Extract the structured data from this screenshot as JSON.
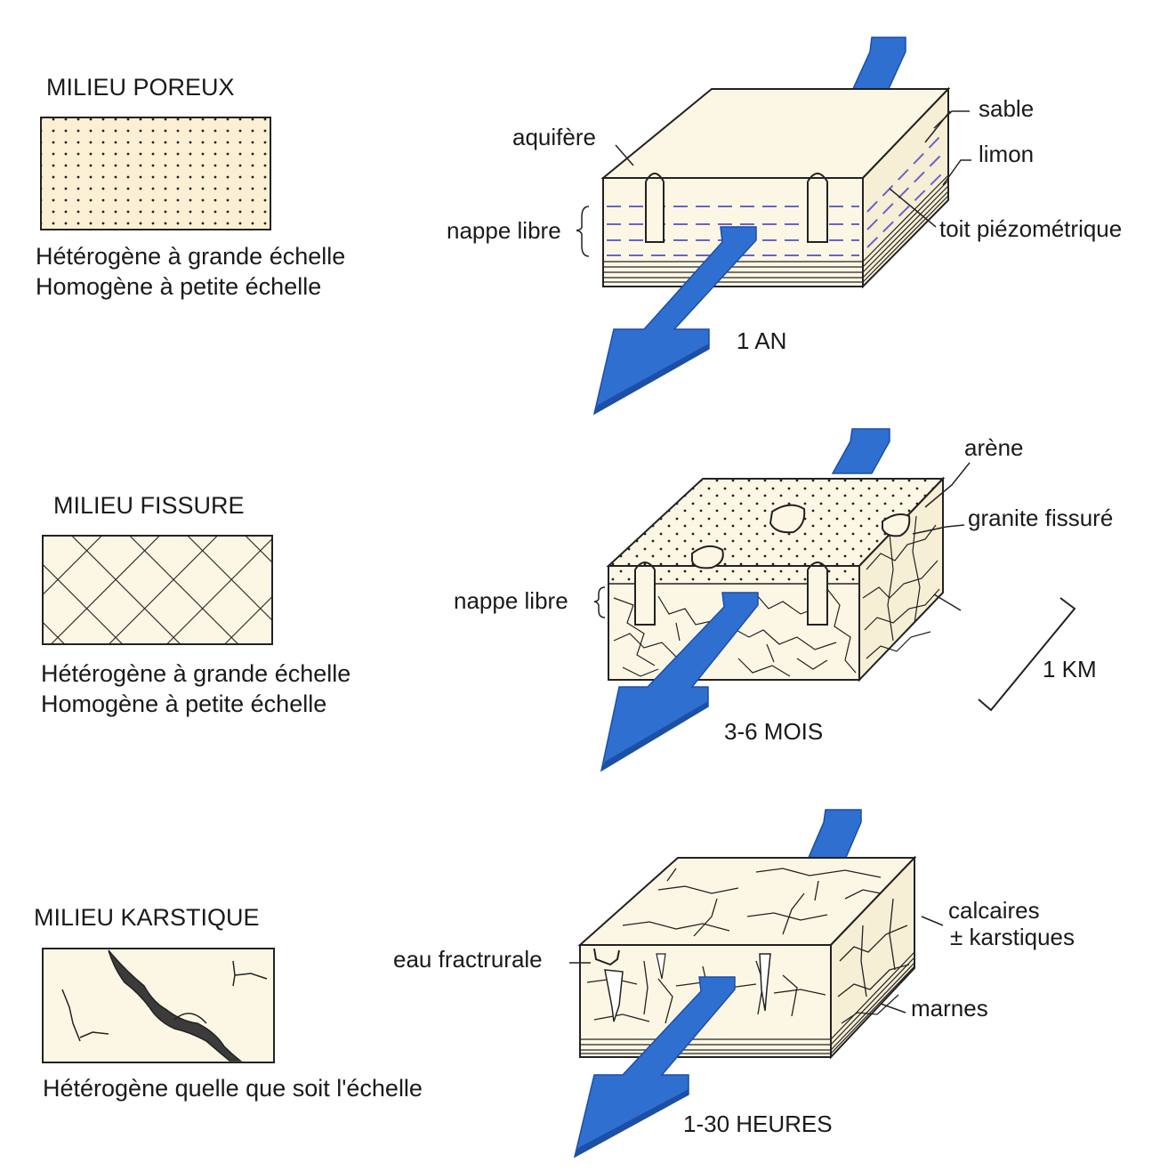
{
  "colors": {
    "paper": "#fcf7e4",
    "porous_fill": "#fbf0d4",
    "water_lines": "#6a63c8",
    "arrow": "#2f6fd0",
    "arrow_dark": "#1c4fa6",
    "ink": "#1a1a1a",
    "karst_void": "#3b3b3b"
  },
  "panels": [
    {
      "title": "MILIEU POREUX",
      "desc_lines": [
        "Hétérogène à grande échelle",
        "Homogène à petite échelle"
      ],
      "pattern": "dots-icon",
      "time": "1 AN",
      "labels": {
        "aquifer": "aquifère",
        "sand": "sable",
        "silt": "limon",
        "water_table_surface": "toit piézométrique",
        "free_water_table": "nappe libre"
      }
    },
    {
      "title": "MILIEU FISSURE",
      "desc_lines": [
        "Hétérogène à grande échelle",
        "Homogène à petite échelle"
      ],
      "pattern": "crosshatch-icon",
      "time": "3-6 MOIS",
      "labels": {
        "arena": "arène",
        "fissured_granite": "granite fissuré",
        "free_water_table": "nappe libre"
      }
    },
    {
      "title": "MILIEU KARSTIQUE",
      "desc_lines": [
        "Hétérogène quelle que soit l'échelle"
      ],
      "pattern": "karst-fracture-icon",
      "time": "1-30 HEURES",
      "labels": {
        "limestone_1": "calcaires",
        "limestone_2": "± karstiques",
        "fracture_water": "eau fractrurale",
        "marl": "marnes"
      }
    }
  ],
  "scale": {
    "label": "1 KM"
  }
}
